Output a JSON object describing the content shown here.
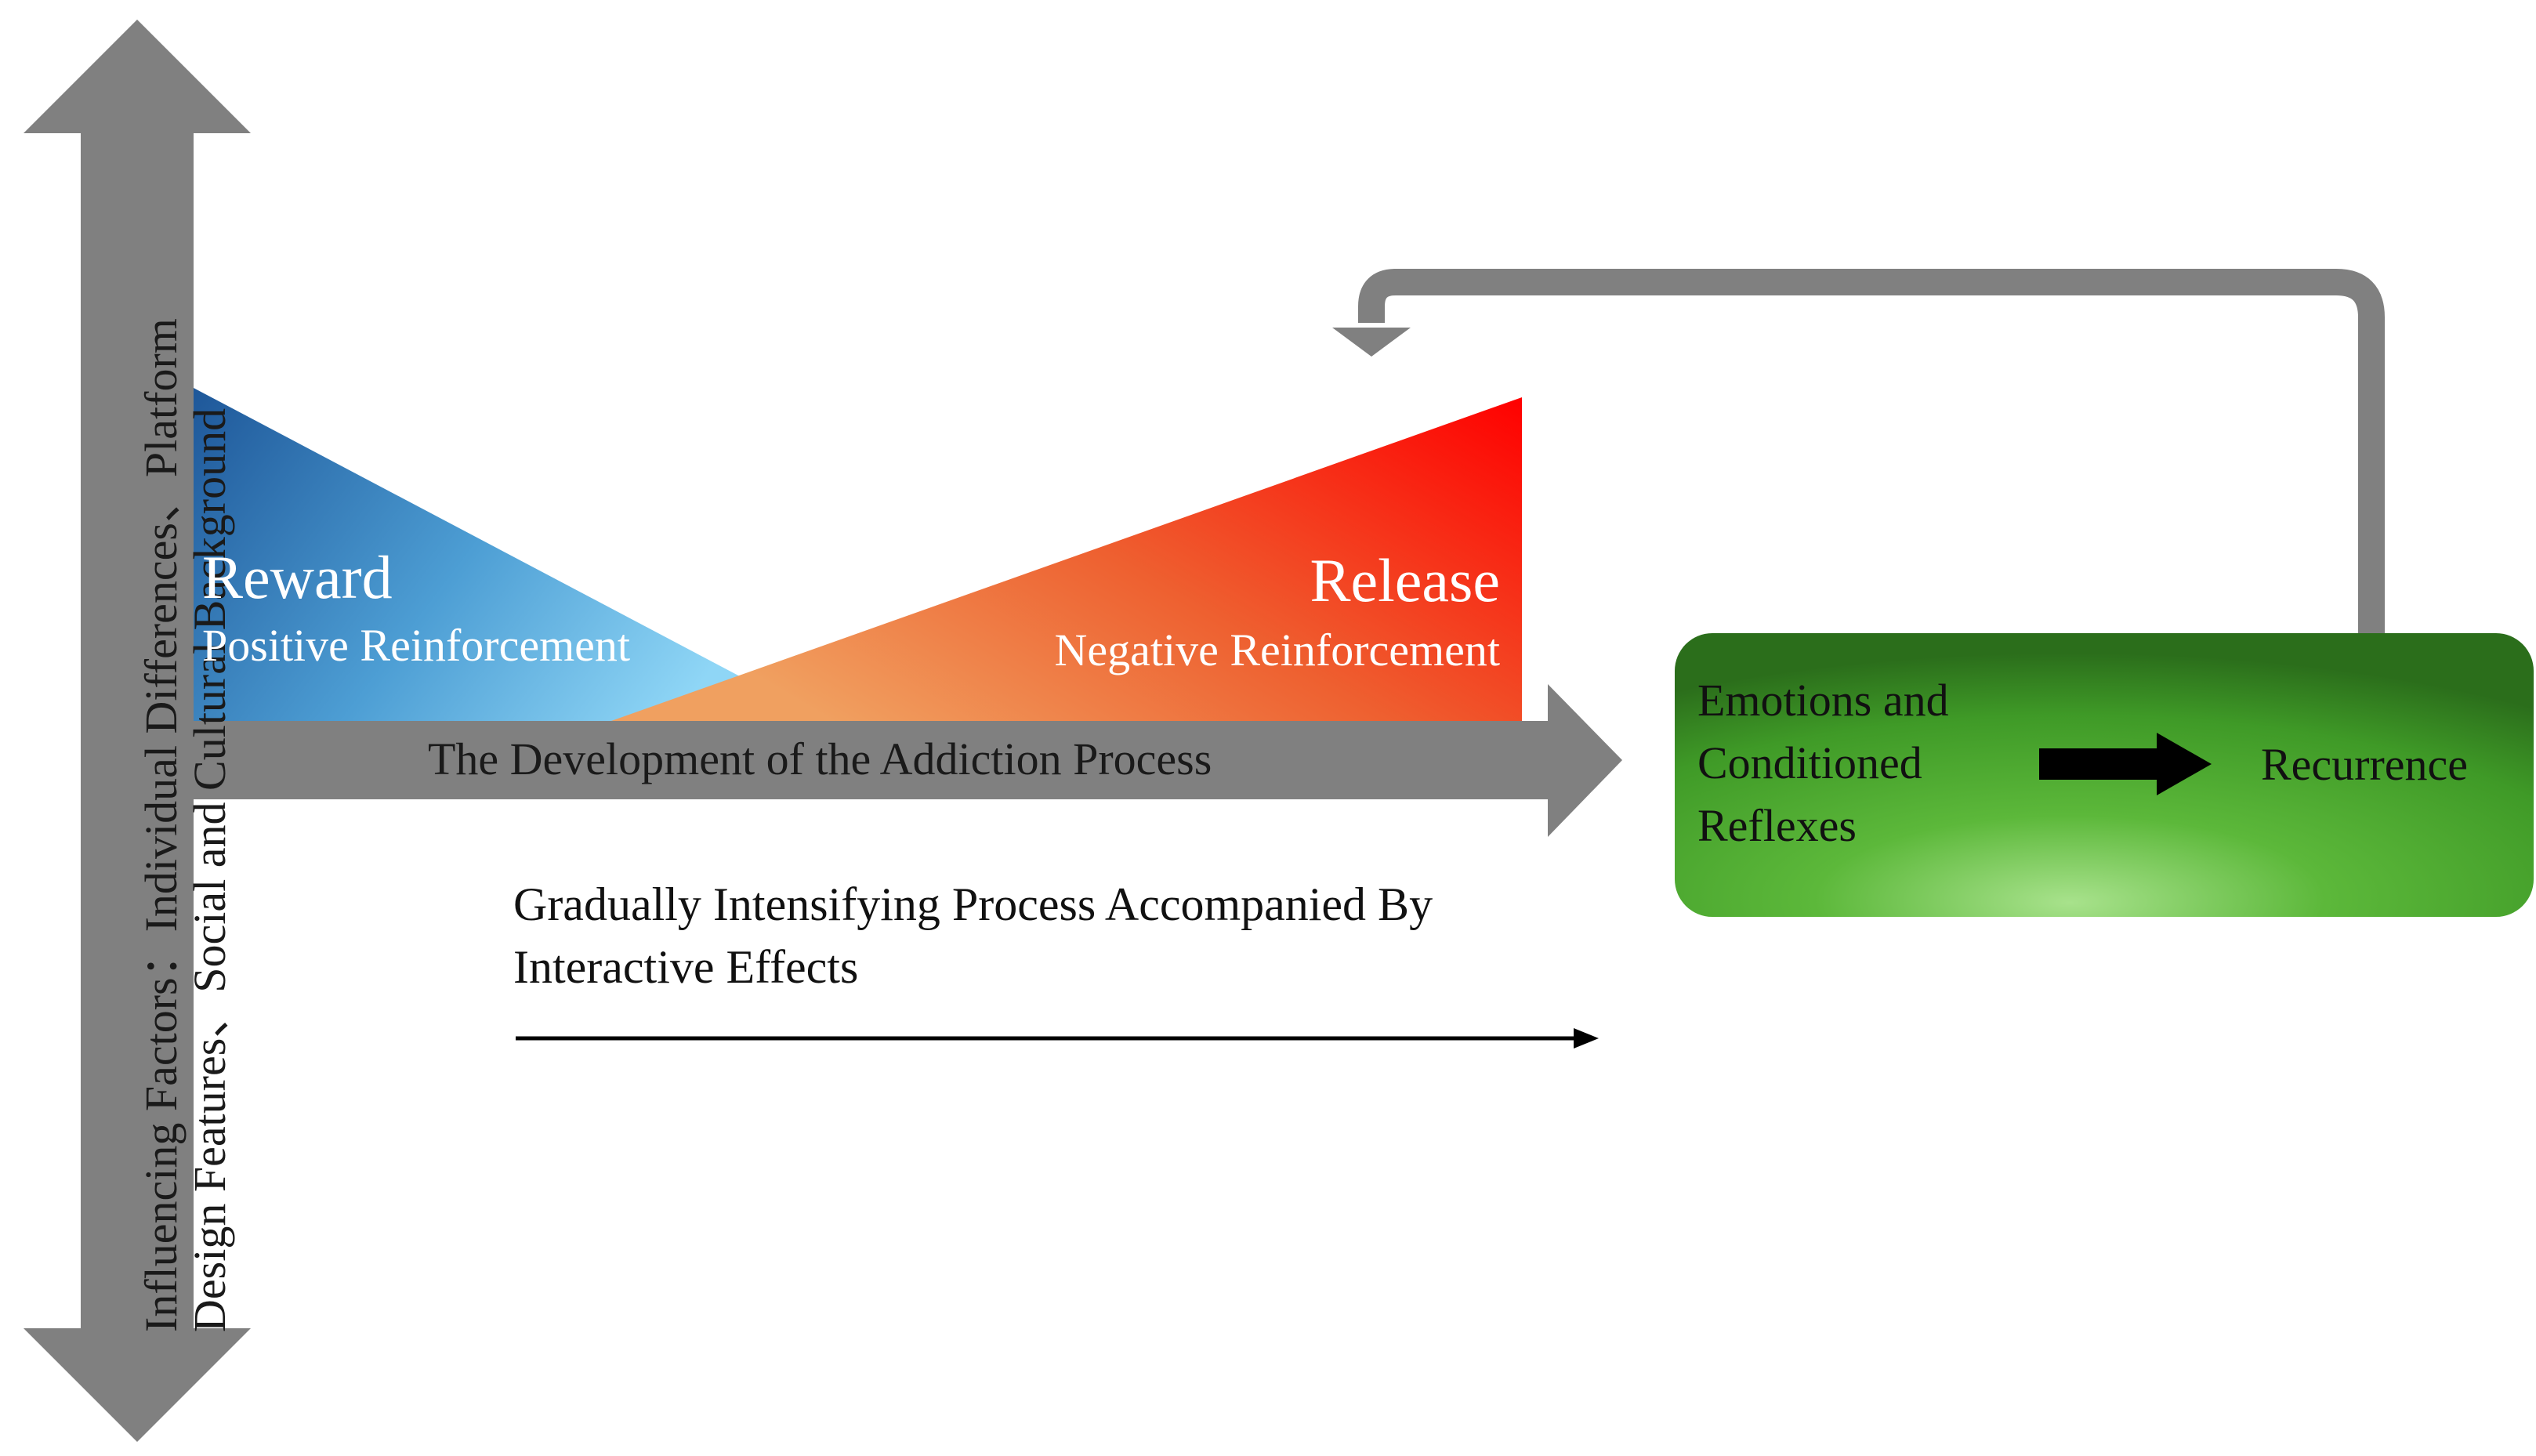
{
  "influencing_factors": {
    "line1": "Influencing Factors：Individual Differences、Platform",
    "line2": "Design Features、Social and Cultural Background"
  },
  "reward": {
    "title": "Reward",
    "subtitle": "Positive Reinforcement",
    "colors": [
      "#1f5a9e",
      "#8fd3f5"
    ]
  },
  "release": {
    "title": "Release",
    "subtitle": "Negative Reinforcement",
    "colors": [
      "#ff0000",
      "#ef8f4f"
    ]
  },
  "development": {
    "label": "The Development of the Addiction Process",
    "color": "#808080"
  },
  "intensifying": {
    "line1": "Gradually Intensifying Process Accompanied By",
    "line2": "Interactive Effects"
  },
  "emotions_box": {
    "line1": "Emotions and",
    "line2": "Conditioned",
    "line3": "Reflexes",
    "recurrence": "Recurrence",
    "colors": [
      "#2c7a1f",
      "#9ddd7f"
    ]
  },
  "feedback_loop": {
    "color": "#808080"
  }
}
